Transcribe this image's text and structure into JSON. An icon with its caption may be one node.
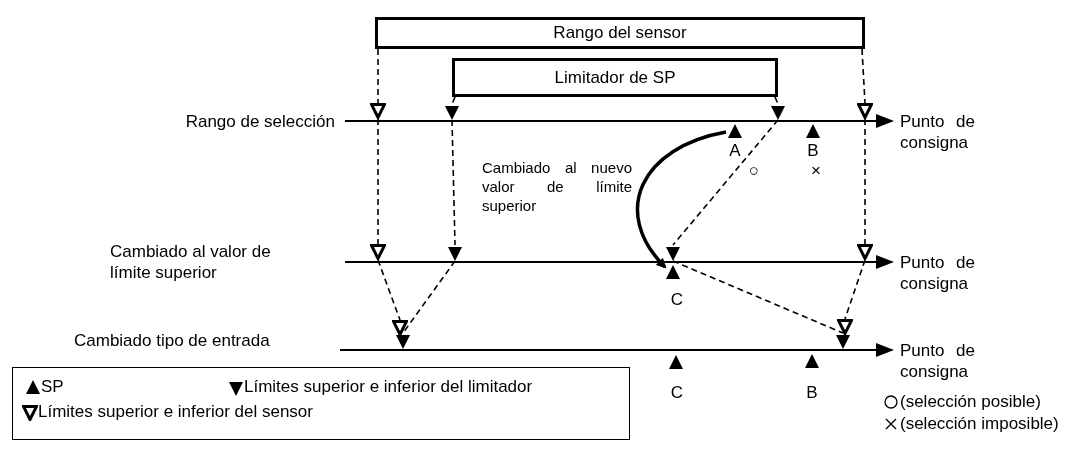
{
  "diagram": {
    "nodes": [
      {
        "text": [
          "Rango del sensor"
        ]
      },
      {
        "text": [
          "Limitador de SP"
        ]
      },
      {
        "text": [],
        "shape": "triangle"
      },
      {
        "text": [],
        "shape": "triangle"
      },
      {
        "text": [],
        "shape": "triangle"
      },
      {
        "text": [],
        "shape": "triangle"
      },
      {
        "text": [],
        "shape": "triangle",
        "beside": [
          "A"
        ]
      },
      {
        "text": [],
        "shape": "triangle",
        "beside": [
          "B"
        ]
      },
      {
        "text": [],
        "shape": "triangle"
      },
      {
        "text": [],
        "shape": "triangle"
      },
      {
        "text": [],
        "shape": "triangle"
      },
      {
        "text": [],
        "shape": "triangle"
      },
      {
        "text": [],
        "shape": "triangle",
        "beside": [
          "C"
        ]
      },
      {
        "text": [],
        "shape": "triangle"
      },
      {
        "text": [],
        "shape": "triangle"
      },
      {
        "text": [],
        "shape": "triangle"
      },
      {
        "text": [],
        "shape": "triangle"
      },
      {
        "text": [],
        "shape": "triangle",
        "beside": [
          "C"
        ]
      },
      {
        "text": [],
        "shape": "triangle",
        "beside": [
          "B"
        ]
      }
    ],
    "edges": [
      {
        "from": 0,
        "to": 2,
        "arrow": "none",
        "style": "dashed"
      },
      {
        "from": 2,
        "to": 8,
        "arrow": "none",
        "style": "dashed"
      },
      {
        "from": 8,
        "to": 13,
        "arrow": "none",
        "style": "dashed"
      },
      {
        "from": 1,
        "to": 3,
        "arrow": "none",
        "style": "dashed"
      },
      {
        "from": 3,
        "to": 9,
        "arrow": "none",
        "style": "dashed"
      },
      {
        "from": 9,
        "to": 14,
        "arrow": "none",
        "style": "dashed"
      },
      {
        "from": 0,
        "to": 5,
        "arrow": "none",
        "style": "dashed"
      },
      {
        "from": 5,
        "to": 11,
        "arrow": "none",
        "style": "dashed"
      },
      {
        "from": 11,
        "to": 16,
        "arrow": "none",
        "style": "dashed"
      },
      {
        "from": 1,
        "to": 4,
        "arrow": "none",
        "style": "dashed"
      },
      {
        "from": 4,
        "to": 10,
        "arrow": "none",
        "style": "dashed"
      },
      {
        "from": 10,
        "to": 15,
        "arrow": "none",
        "style": "dashed"
      },
      {
        "from": 6,
        "to": 12,
        "arrow": "to",
        "style": "thick",
        "label": "Cambiado al nuevo valor de límite superior"
      }
    ],
    "labels": [
      "Rango de selección",
      "Punto de consigna",
      "○",
      "×",
      "Cambiado al valor de límite superior",
      "Punto de consigna",
      "Cambiado tipo de entrada",
      "Punto de consigna"
    ],
    "legend": [
      {
        "text": "SP"
      },
      {
        "text": "Límites superior e inferior del limitador"
      },
      {
        "text": "Límites superior e inferior del sensor"
      },
      {
        "text": "(selección posible)"
      },
      {
        "text": "(selección imposible)"
      }
    ]
  }
}
